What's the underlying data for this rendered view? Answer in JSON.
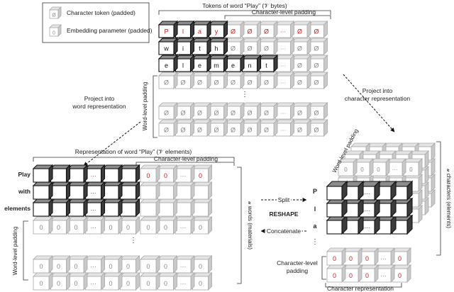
{
  "colors": {
    "accent": "#cc1f1f",
    "dark_face": "#ffffff",
    "gray_stroke": "#a8a8a8",
    "dark_stroke": "#111111",
    "gray_top": "#e4e4e4",
    "gray_side": "#c9c9c9",
    "dark_top": "#8c8c8c",
    "dark_side": "#3c3c3c"
  },
  "legend": {
    "character_token": "Character token (padded)",
    "embedding_parameter": "Embedding parameter (padded)",
    "null_glyph": "Ø",
    "zero_glyph": "0"
  },
  "top_grid": {
    "header": "Tokens of word “Play” (𝒱 bytes)",
    "char_padding": "Character-level padding",
    "word_padding": "Word-level padding",
    "rows": [
      [
        "P",
        "l",
        "a",
        "y",
        "Ø",
        "Ø",
        "Ø",
        "···",
        "Ø",
        "Ø"
      ],
      [
        "w",
        "i",
        "t",
        "h",
        "Ø",
        "Ø",
        "Ø",
        "···",
        "Ø",
        "Ø"
      ],
      [
        "e",
        "l",
        "e",
        "m",
        "e",
        "n",
        "t",
        "···",
        "Ø",
        "Ø"
      ],
      [
        "Ø",
        "Ø",
        "Ø",
        "Ø",
        "Ø",
        "Ø",
        "Ø",
        "···",
        "Ø",
        "Ø"
      ]
    ],
    "pad_rows": [
      [
        "Ø",
        "Ø",
        "Ø",
        "Ø",
        "Ø",
        "Ø",
        "Ø",
        "···",
        "Ø",
        "Ø"
      ],
      [
        "Ø",
        "Ø",
        "Ø",
        "Ø",
        "Ø",
        "Ø",
        "Ø",
        "···",
        "Ø",
        "Ø"
      ]
    ],
    "vdots": "⋮"
  },
  "left_arrow": {
    "line1": "Project into",
    "line2": "word representation"
  },
  "right_arrow": {
    "line1": "Project into",
    "line2": "character representation"
  },
  "left_grid": {
    "header": "Representation of word “Play” (𝒱 elements)",
    "char_padding": "Character-level padding",
    "word_padding": "Word-level padding",
    "words": [
      "Play",
      "with",
      "elements"
    ],
    "pad_row": [
      "0",
      "0",
      "0",
      "···",
      "0",
      "0",
      "0",
      "0",
      "···",
      "0"
    ],
    "vdots": "⋮",
    "side_label": "𝓊 words (materials)"
  },
  "middle": {
    "split": "Split",
    "reshape": "RESHAPE",
    "concatenate": "Concatenate"
  },
  "right_block": {
    "chars": [
      "P",
      "l",
      "a"
    ],
    "vdots": "⋮",
    "word_padding": "Word-level padding",
    "char_padding_line1": "Character-level",
    "char_padding_line2": "padding",
    "bottom_label": "Character representation",
    "side_label": "𝓊 characters (elements)",
    "pad_row": [
      "0",
      "0",
      "0",
      "···",
      "0"
    ],
    "back_row": [
      "0",
      "0",
      "0",
      "···",
      "0"
    ]
  }
}
